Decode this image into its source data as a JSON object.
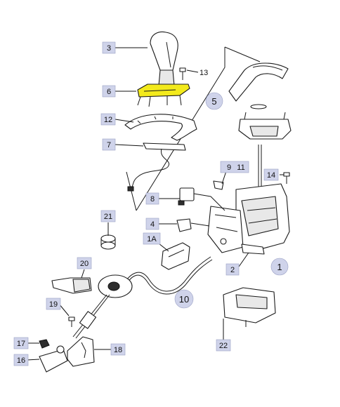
{
  "labels": {
    "p3": "3",
    "p13": "13",
    "p6": "6",
    "p5": "5",
    "p12": "12",
    "p7": "7",
    "p9": "9",
    "p11": "11",
    "p14": "14",
    "p8": "8",
    "p4": "4",
    "p21": "21",
    "p1a": "1A",
    "p2": "2",
    "p1": "1",
    "p20": "20",
    "p10": "10",
    "p19": "19",
    "p22": "22",
    "p17": "17",
    "p18": "18",
    "p16": "16"
  },
  "colors": {
    "label_box": "#cfd3ea",
    "highlight": "#f3ea1c"
  }
}
